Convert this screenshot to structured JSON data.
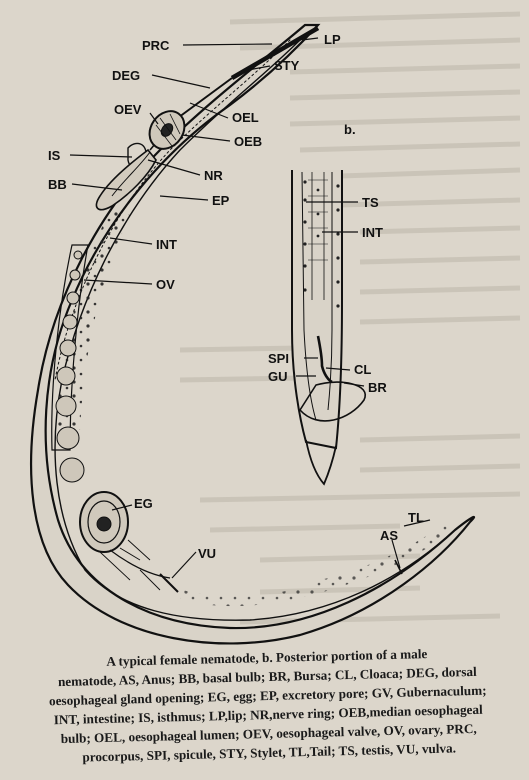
{
  "figure": {
    "part_b_label": "b.",
    "labels_a": {
      "prc": "PRC",
      "lp": "LP",
      "sty": "STY",
      "deg": "DEG",
      "oev": "OEV",
      "oel": "OEL",
      "oeb": "OEB",
      "is": "IS",
      "nr": "NR",
      "bb": "BB",
      "ep": "EP",
      "int": "INT",
      "ov": "OV",
      "eg": "EG",
      "vu": "VU",
      "as": "AS",
      "tl": "TL"
    },
    "labels_b": {
      "ts": "TS",
      "int": "INT",
      "spi": "SPI",
      "cl": "CL",
      "gu": "GU",
      "br": "BR"
    }
  },
  "caption": {
    "lines": [
      "A typical female nematode, b. Posterior portion of a male",
      "nematode, AS, Anus; BB, basal bulb; BR, Bursa; CL, Cloaca; DEG, dorsal",
      "oesophageal gland opening; EG, egg; EP, excretory pore; GV, Gubernaculum;",
      "INT, intestine; IS, isthmus; LP,lip; NR,nerve ring; OEB,median oesophageal",
      "bulb; OEL, oesophageal lumen; OEV, oesophageal valve, OV, ovary, PRC,",
      "procorpus, SPI, spicule, STY, Stylet, TL,Tail; TS, testis, VU, vulva."
    ]
  },
  "colors": {
    "paper": "#dcd6cb",
    "ink": "#111111"
  }
}
